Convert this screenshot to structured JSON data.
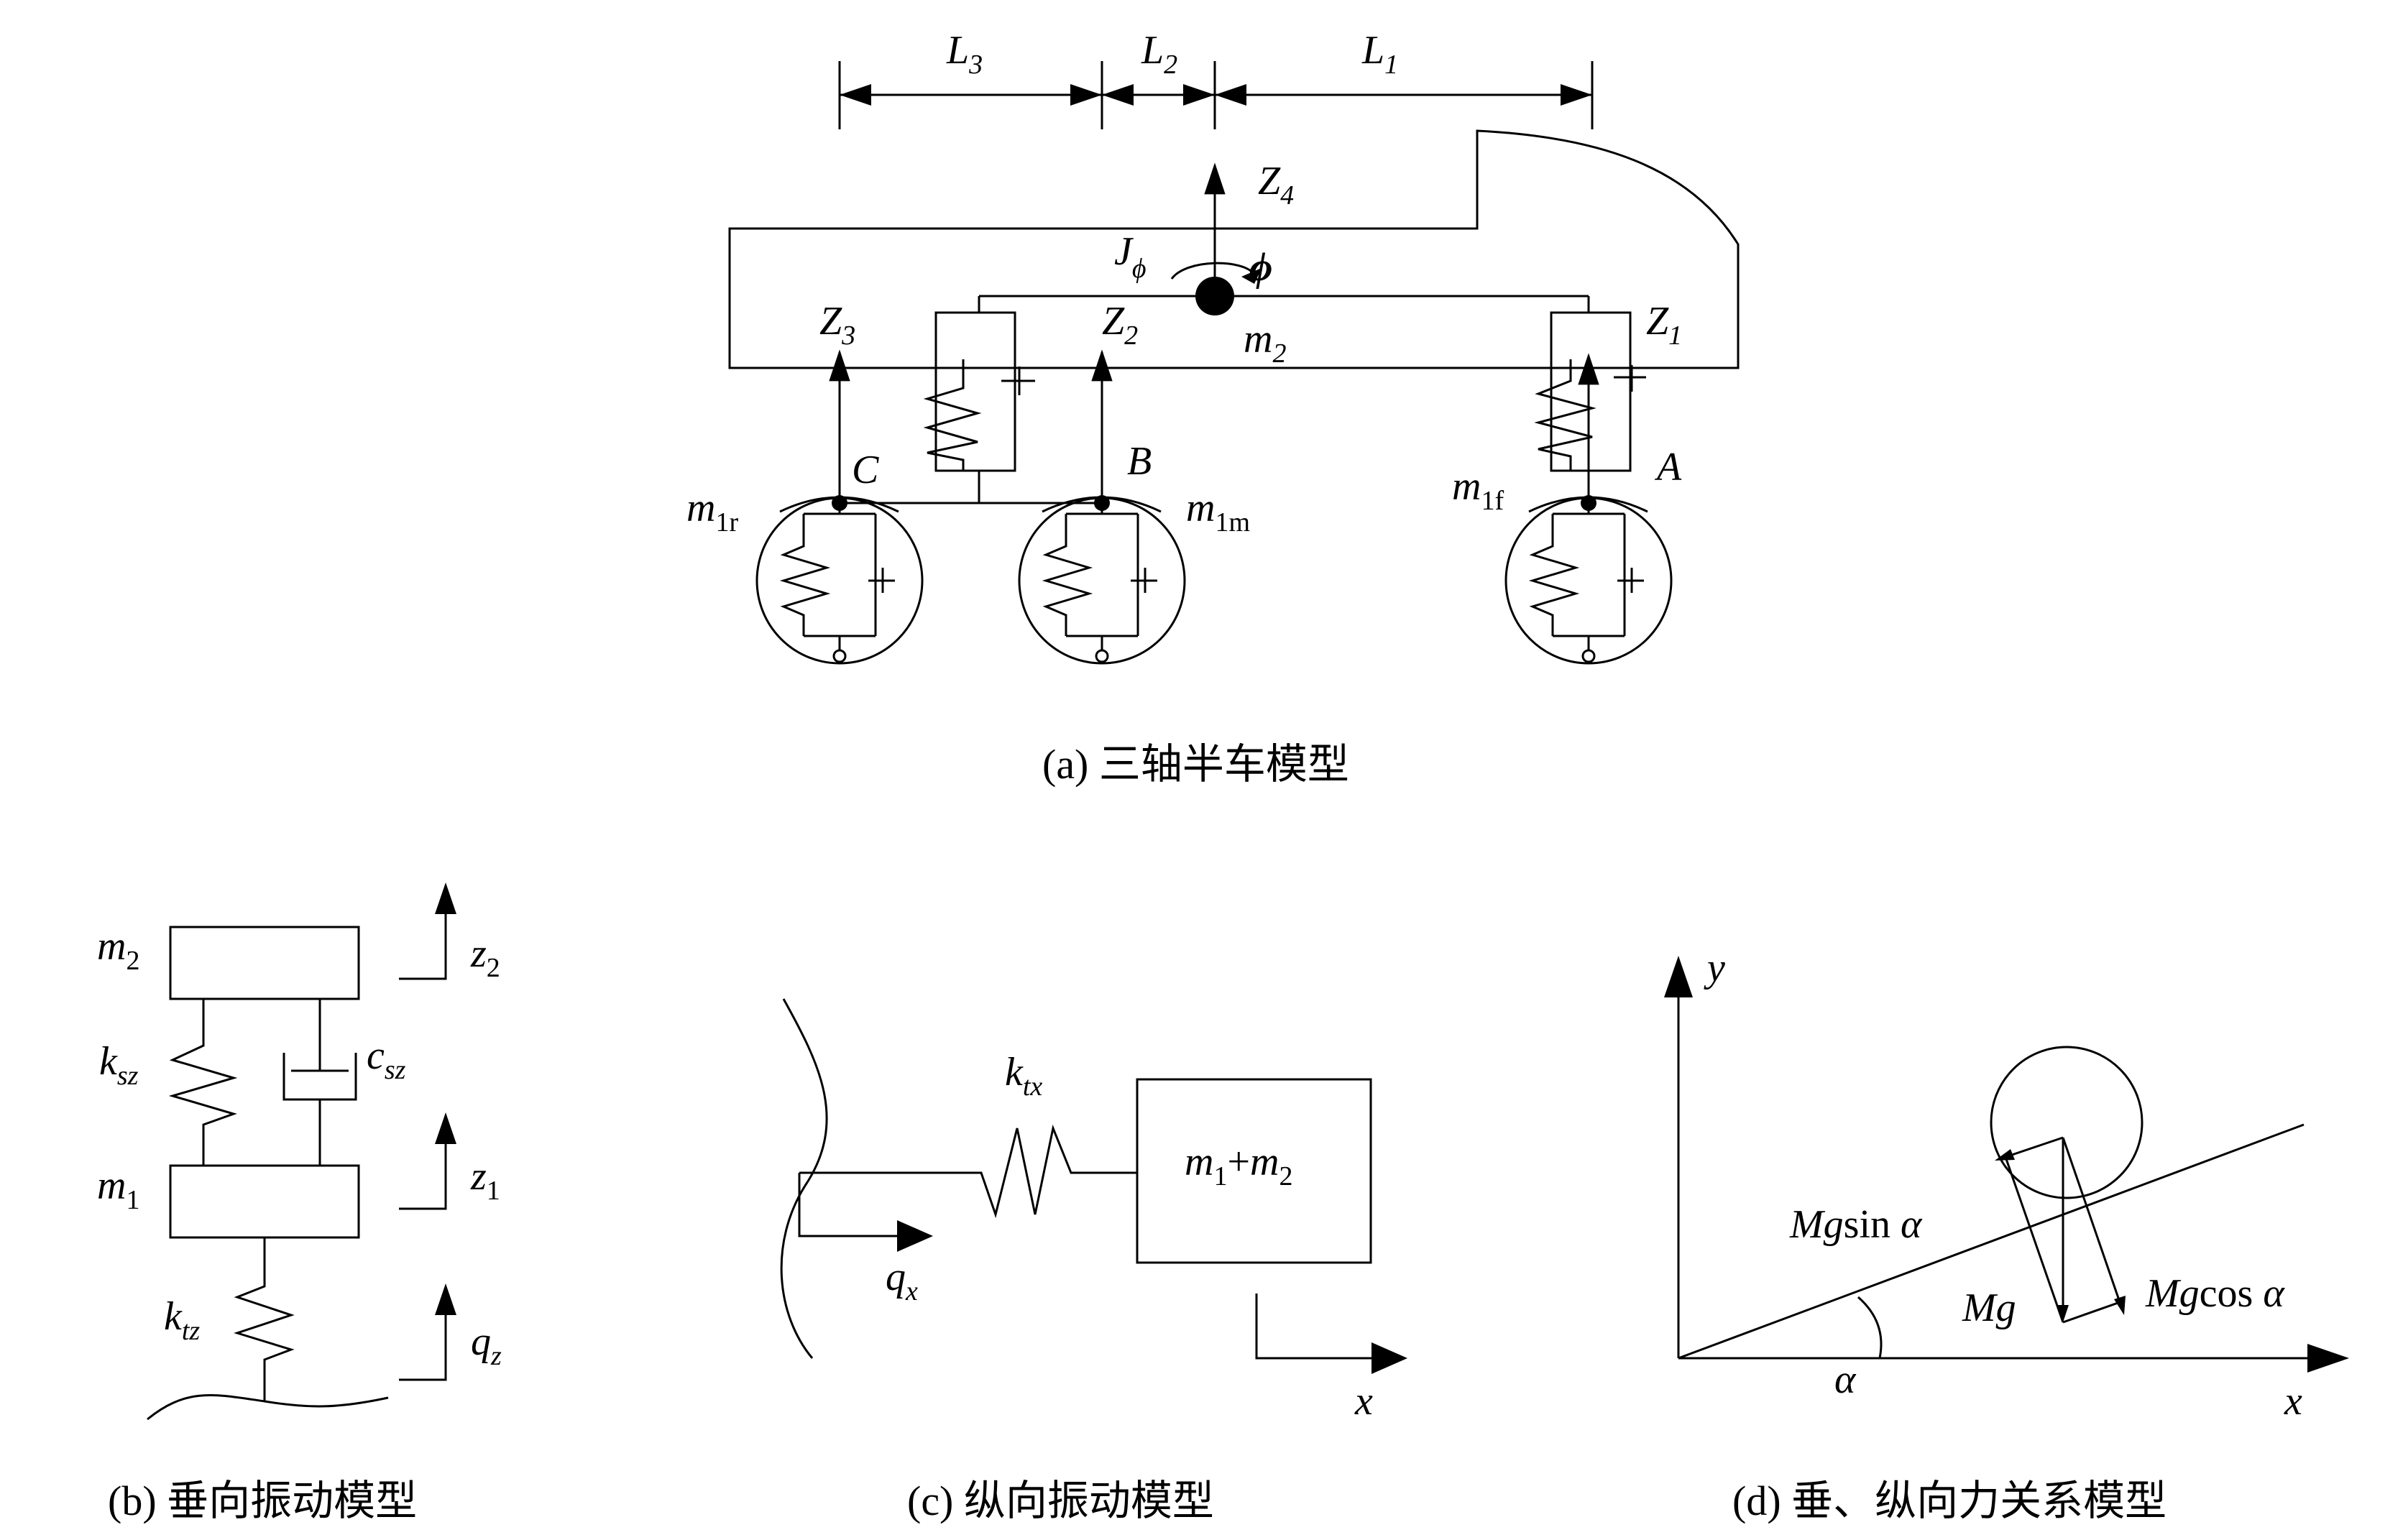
{
  "captions": {
    "a": "(a) 三轴半车模型",
    "b": "(b) 垂向振动模型",
    "c": "(c) 纵向振动模型",
    "d": "(d) 垂、纵向力关系模型"
  },
  "panel_a": {
    "dims": {
      "l3": {
        "base": "L",
        "sub": "3"
      },
      "l2": {
        "base": "L",
        "sub": "2"
      },
      "l1": {
        "base": "L",
        "sub": "1"
      }
    },
    "z4": {
      "base": "Z",
      "sub": "4"
    },
    "j": {
      "base": "J",
      "sub": "ϕ"
    },
    "phi": "ϕ",
    "m2": {
      "base": "m",
      "sub": "2"
    },
    "z3": {
      "base": "Z",
      "sub": "3"
    },
    "z2": {
      "base": "Z",
      "sub": "2"
    },
    "z1": {
      "base": "Z",
      "sub": "1"
    },
    "points": {
      "c": "C",
      "b": "B",
      "a": "A"
    },
    "m1r": {
      "base": "m",
      "sub": "1r"
    },
    "m1m": {
      "base": "m",
      "sub": "1m"
    },
    "m1f": {
      "base": "m",
      "sub": "1f"
    }
  },
  "panel_b": {
    "m2": {
      "base": "m",
      "sub": "2"
    },
    "m1": {
      "base": "m",
      "sub": "1"
    },
    "ksz": {
      "base": "k",
      "sub": "sz"
    },
    "csz": {
      "base": "c",
      "sub": "sz"
    },
    "ktz": {
      "base": "k",
      "sub": "tz"
    },
    "z2": {
      "base": "z",
      "sub": "2"
    },
    "z1": {
      "base": "z",
      "sub": "1"
    },
    "qz": {
      "base": "q",
      "sub": "z"
    }
  },
  "panel_c": {
    "ktx": {
      "base": "k",
      "sub": "tx"
    },
    "mass": {
      "m1": "m",
      "s1": "1",
      "plus": "+",
      "m2": "m",
      "s2": "2"
    },
    "qx": {
      "base": "q",
      "sub": "x"
    },
    "x": "x"
  },
  "panel_d": {
    "y": "y",
    "x": "x",
    "mgsin": {
      "it": "Mg",
      "rest": "sin ",
      "alpha": "α"
    },
    "mgcos": {
      "it": "Mg",
      "rest": "cos ",
      "alpha": "α"
    },
    "mg": "Mg",
    "alpha": "α"
  }
}
